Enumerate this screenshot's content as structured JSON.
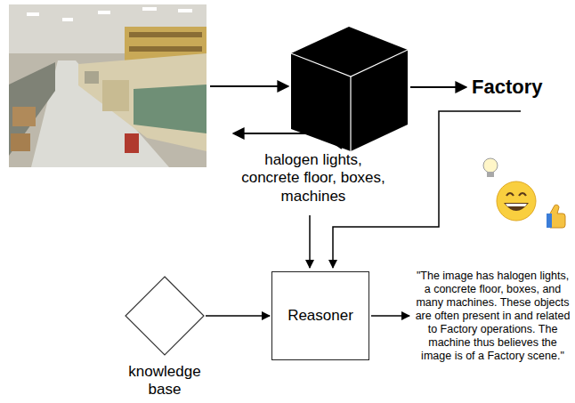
{
  "diagram": {
    "nodes": [
      {
        "text": [
          "knowledge base"
        ]
      },
      {
        "text": [
          "Reasoner"
        ]
      }
    ],
    "edges": [
      {
        "from": 0,
        "to": 1,
        "arrow": "to"
      }
    ],
    "labels": [
      "Factory",
      "halogen lights, concrete floor, boxes, machines",
      "\"The image has halogen lights, a concrete floor, boxes, and many machines. These objects are often present in and related to Factory operations. The machine thus believes the image is of a Factory scene.\""
    ]
  }
}
